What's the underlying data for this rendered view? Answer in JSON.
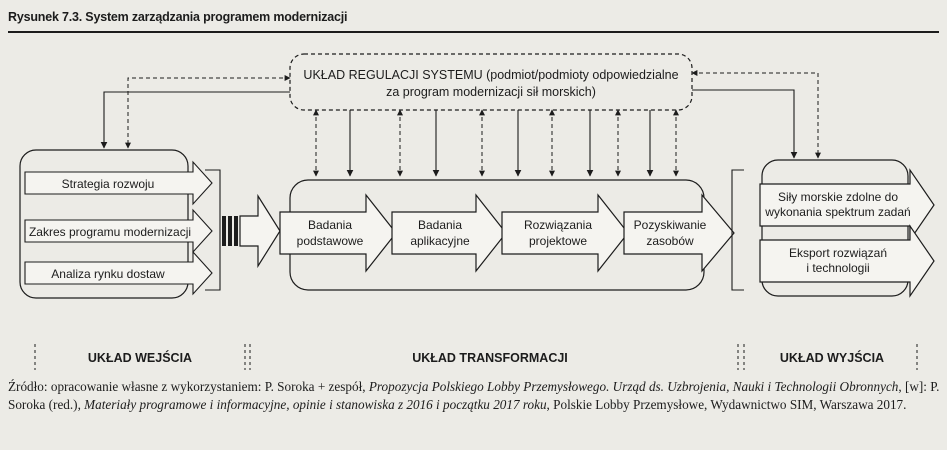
{
  "figure": {
    "title": "Rysunek 7.3. System zarządzania programem modernizacji"
  },
  "regulation": {
    "line1": "UKŁAD REGULACJI SYSTEMU (podmiot/podmioty odpowiedzialne",
    "line2": "za program modernizacji sił morskich)"
  },
  "inputs": [
    "Strategia rozwoju",
    "Zakres programu modernizacji",
    "Analiza rynku dostaw"
  ],
  "stages": [
    {
      "line1": "Badania",
      "line2": "podstawowe"
    },
    {
      "line1": "Badania",
      "line2": "aplikacyjne"
    },
    {
      "line1": "Rozwiązania",
      "line2": "projektowe"
    },
    {
      "line1": "Pozyskiwanie",
      "line2": "zasobów"
    }
  ],
  "outputs": [
    {
      "line1": "Siły morskie zdolne do",
      "line2": "wykonania spektrum zadań"
    },
    {
      "line1": "Eksport rozwiązań",
      "line2": "i technologii"
    }
  ],
  "sections": {
    "input": "UKŁAD WEJŚCIA",
    "transform": "UKŁAD TRANSFORMACJI",
    "output": "UKŁAD WYJŚCIA"
  },
  "source": {
    "p1": "Źródło: opracowanie własne z wykorzystaniem: P. Soroka + zespół, ",
    "i1": "Propozycja Polskiego Lobby Przemysłowego. Urząd ds. Uzbrojenia, Nauki i Technologii Obronnych",
    "p2": ", [w]: P. Soroka (red.), ",
    "i2": "Materiały programowe i informacyjne, opinie i stanowiska z 2016 i początku 2017 roku",
    "p3": ", Polskie Lobby Przemysłowe, Wydawnictwo SIM, Warszawa 2017."
  }
}
